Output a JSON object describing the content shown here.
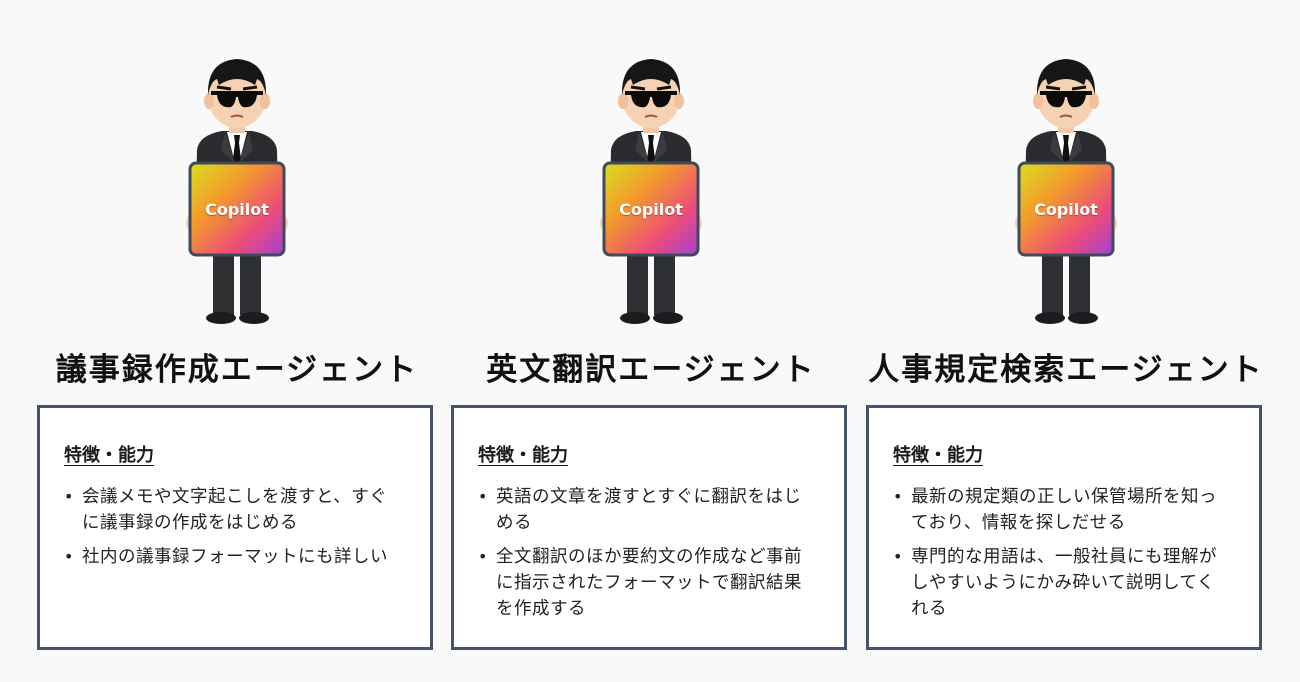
{
  "badge_label": "Copilot",
  "agents": [
    {
      "title": "議事録作成エージェント",
      "heading": "特徴・能力",
      "bullets": [
        "会議メモや文字起こしを渡すと、すぐに議事録の作成をはじめる",
        "社内の議事録フォーマットにも詳しい"
      ]
    },
    {
      "title": "英文翻訳エージェント",
      "heading": "特徴・能力",
      "bullets": [
        "英語の文章を渡すとすぐに翻訳をはじめる",
        "全文翻訳のほか要約文の作成など事前に指示されたフォーマットで翻訳結果を作成する"
      ]
    },
    {
      "title": "人事規定検索エージェント",
      "heading": "特徴・能力",
      "bullets": [
        "最新の規定類の正しい保管場所を知っており、情報を探しだせる",
        "専門的な用語は、一般社員にも理解がしやすいようにかみ砕いて説明してくれる"
      ]
    }
  ],
  "colors": {
    "card_border": "#44546a",
    "suit": "#2b2b2f",
    "badge_gradient": [
      "#e0e000",
      "#f08030",
      "#e84080",
      "#a040d0"
    ]
  },
  "icons": [
    "agent-figure-icon",
    "sunglasses-icon",
    "copilot-badge-icon"
  ]
}
